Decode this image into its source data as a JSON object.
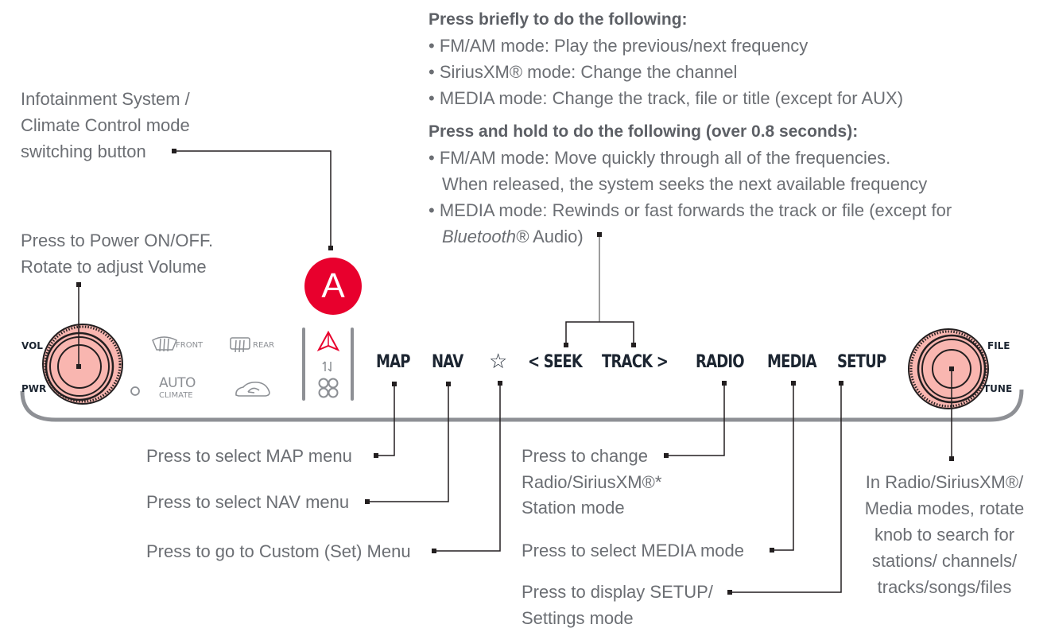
{
  "callouts": {
    "mode_switch": {
      "lines": [
        "Infotainment System /",
        "Climate Control mode",
        "switching button"
      ]
    },
    "power_volume": {
      "lines": [
        "Press to Power ON/OFF.",
        "Rotate to adjust Volume"
      ]
    },
    "seek_track": {
      "brief_heading": "Press briefly to do the following:",
      "brief_items": [
        "• FM/AM mode: Play the previous/next frequency",
        "• SiriusXM® mode: Change the channel",
        "• MEDIA mode: Change the track, file or title (except for AUX)"
      ],
      "hold_heading": "Press and hold to do the following (over 0.8 seconds):",
      "hold_items": [
        "• FM/AM mode: Move quickly through all of the frequencies.",
        "When released, the system seeks the next available frequency",
        "• MEDIA mode: Rewinds or fast forwards the track or file (except for"
      ],
      "hold_last_italic": "Bluetooth®",
      "hold_last_rest": " Audio)"
    },
    "map": "Press to select MAP menu",
    "nav": "Press to select NAV menu",
    "custom": "Press to go to Custom (Set) Menu",
    "radio": {
      "lines": [
        "Press to change",
        "Radio/SiriusXM®*",
        "Station mode"
      ]
    },
    "media": "Press to select MEDIA mode",
    "setup": {
      "lines": [
        "Press to display SETUP/",
        "Settings mode"
      ]
    },
    "tune": {
      "lines": [
        "In Radio/SiriusXM®/",
        "Media modes, rotate",
        "knob to search for",
        "stations/ channels/",
        "tracks/songs/files"
      ]
    }
  },
  "marker": {
    "label": "A",
    "color": "#e8002d"
  },
  "panel": {
    "left_knob": {
      "top_label": "VOL",
      "bottom_label": "PWR"
    },
    "right_knob": {
      "top_label": "FILE",
      "bottom_label": "TUNE"
    },
    "climate": {
      "front_label": "FRONT",
      "rear_label": "REAR",
      "auto_label": "AUTO",
      "climate_label": "CLIMATE"
    },
    "buttons": [
      "MAP",
      "NAV",
      "☆",
      "< SEEK",
      "TRACK >",
      "RADIO",
      "MEDIA",
      "SETUP"
    ],
    "knob_color": "#f9b6b0",
    "accent_red": "#e8002d"
  }
}
